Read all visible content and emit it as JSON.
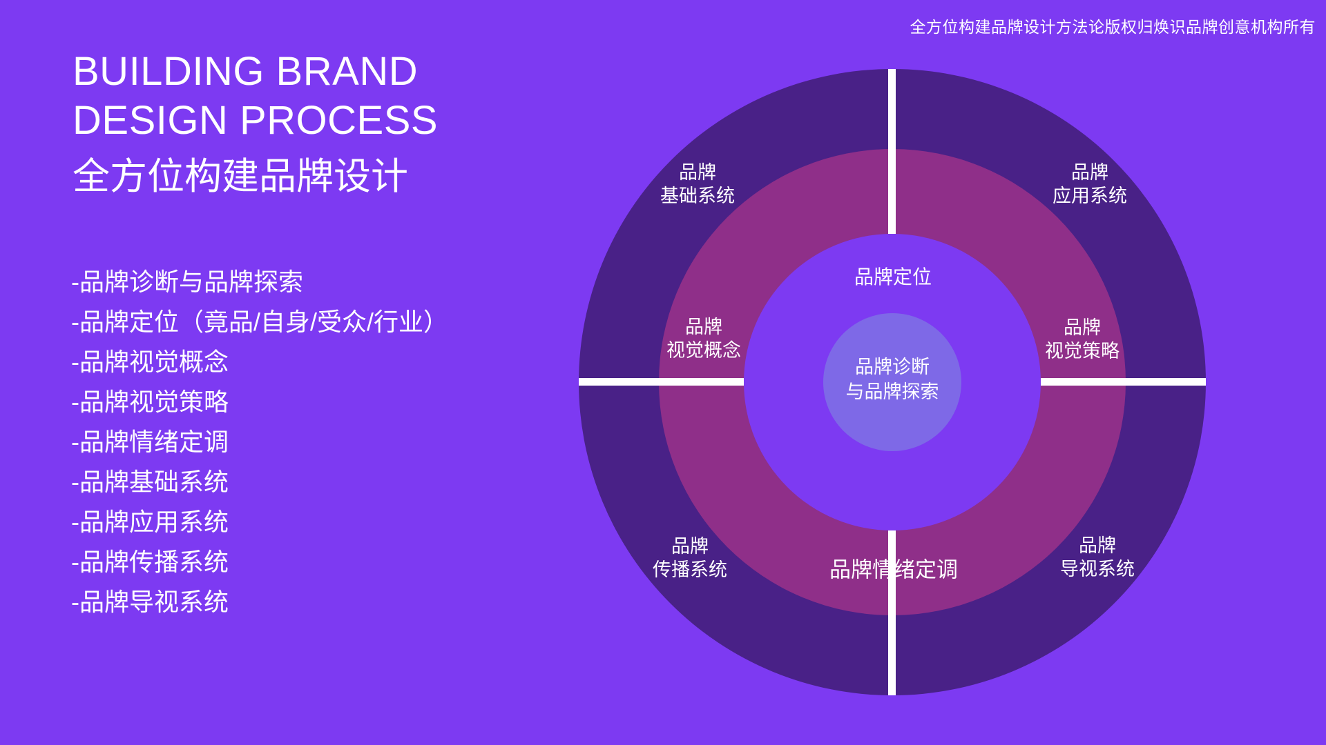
{
  "meta": {
    "copyright_notice": "全方位构建品牌设计方法论版权归焕识品牌创意机构所有"
  },
  "header": {
    "title_en_line1": "BUILDING BRAND",
    "title_en_line2": "DESIGN PROCESS",
    "title_zh": "全方位构建品牌设计"
  },
  "process_list": {
    "items": [
      "-品牌诊断与品牌探索",
      "-品牌定位（竟品/自身/受众/行业）",
      "-品牌视觉概念",
      "-品牌视觉策略",
      "-品牌情绪定调",
      "-品牌基础系统",
      "-品牌应用系统",
      "-品牌传播系统",
      "-品牌导视系统"
    ]
  },
  "diagram": {
    "outer_ring": {
      "top_left_line1": "品牌",
      "top_left_line2": "基础系统",
      "top_right_line1": "品牌",
      "top_right_line2": "应用系统",
      "bottom_left_line1": "品牌",
      "bottom_left_line2": "传播系统",
      "bottom_right_line1": "品牌",
      "bottom_right_line2": "导视系统"
    },
    "middle_ring": {
      "left_line1": "品牌",
      "left_line2": "视觉概念",
      "right_line1": "品牌",
      "right_line2": "视觉策略",
      "bottom": "品牌情绪定调"
    },
    "inner_area": {
      "top": "品牌定位"
    },
    "center_circle": {
      "line1": "品牌诊断",
      "line2": "与品牌探索"
    },
    "colors": {
      "background": "#7D3AF2",
      "outer_ring": "#492187",
      "middle_ring": "#8F2F89",
      "inner_area": "#7D3AF2",
      "center_circle": "#7E69E7",
      "divider_lines": "#FFFFFF",
      "text": "#FFFFFF"
    }
  }
}
